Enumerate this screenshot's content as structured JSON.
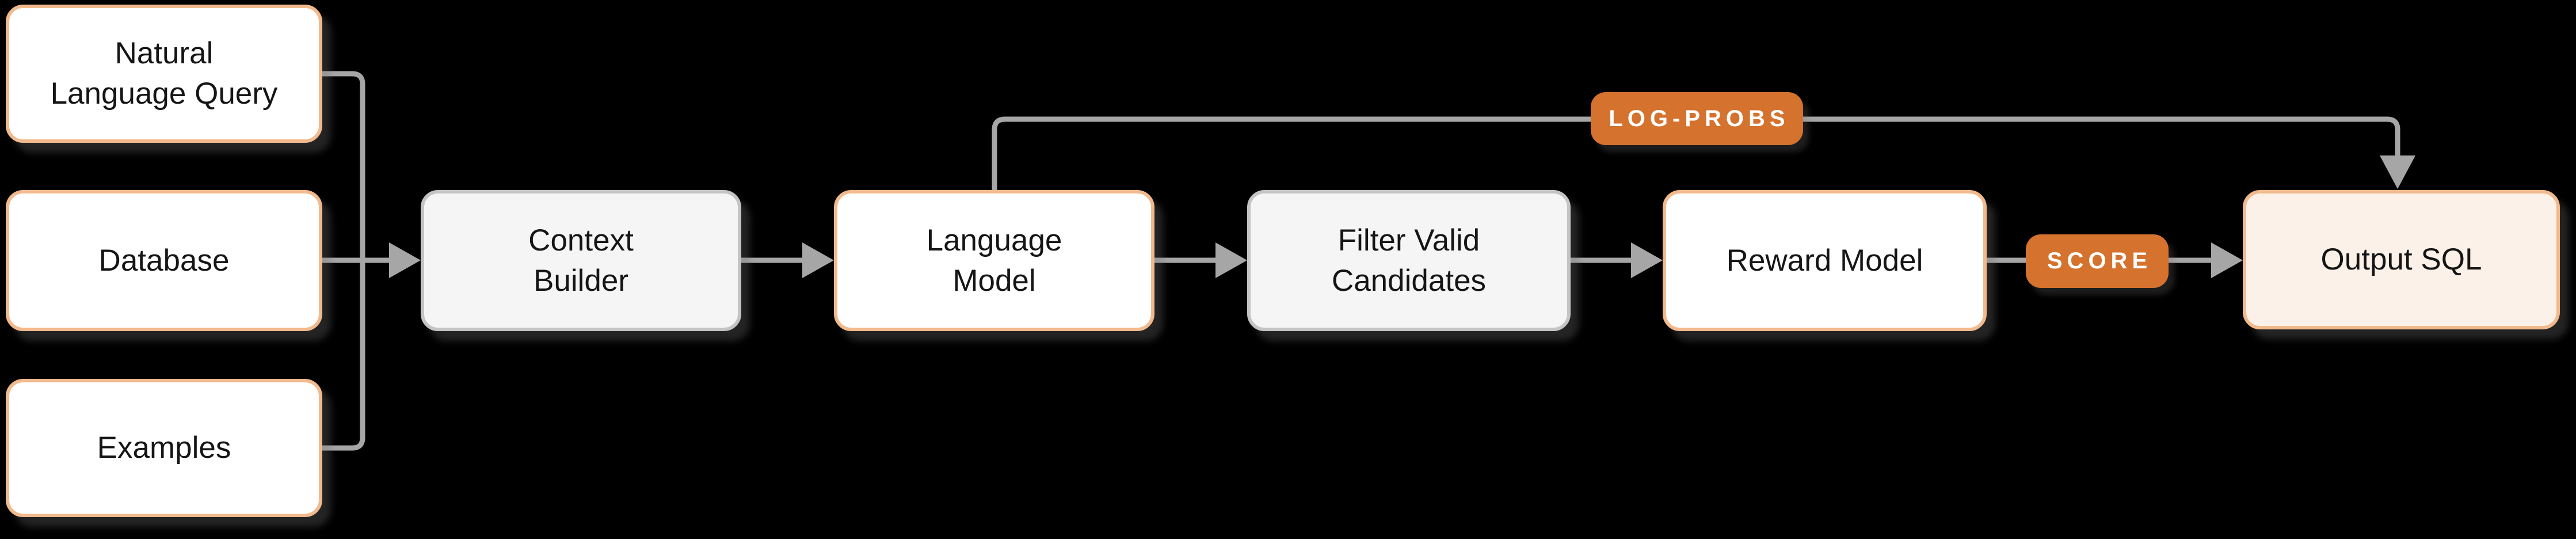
{
  "diagram": {
    "title": "Text-to-SQL reranking pipeline flowchart",
    "colors": {
      "background": "#000000",
      "connector": "#A6A6A6",
      "badge": "#D4722E",
      "orange_border": "#F2BA8C",
      "gray_border": "#C4C4C4",
      "gray_fill": "#F5F5F5",
      "white_fill": "#FFFFFF",
      "peach_fill": "#FBF1E8",
      "text": "#151515"
    },
    "nodes": [
      {
        "id": "natural-language-query",
        "label": "Natural\nLanguage Query",
        "style": "orange"
      },
      {
        "id": "database",
        "label": "Database",
        "style": "orange"
      },
      {
        "id": "examples",
        "label": "Examples",
        "style": "orange"
      },
      {
        "id": "context-builder",
        "label": "Context\nBuilder",
        "style": "gray"
      },
      {
        "id": "language-model",
        "label": "Language\nModel",
        "style": "orange"
      },
      {
        "id": "filter-valid-candidates",
        "label": "Filter Valid\nCandidates",
        "style": "gray"
      },
      {
        "id": "reward-model",
        "label": "Reward Model",
        "style": "orange"
      },
      {
        "id": "output-sql",
        "label": "Output SQL",
        "style": "peach"
      }
    ],
    "badges": [
      {
        "id": "log-probs",
        "label": "LOG-PROBS"
      },
      {
        "id": "score",
        "label": "SCORE"
      }
    ],
    "edges": [
      "Natural Language Query -> Context Builder",
      "Database -> Context Builder",
      "Examples -> Context Builder",
      "Context Builder -> Language Model",
      "Language Model -> Filter Valid Candidates",
      "Filter Valid Candidates -> Reward Model",
      "Reward Model -> Output SQL (SCORE)",
      "Language Model -> Output SQL (LOG-PROBS)"
    ]
  }
}
